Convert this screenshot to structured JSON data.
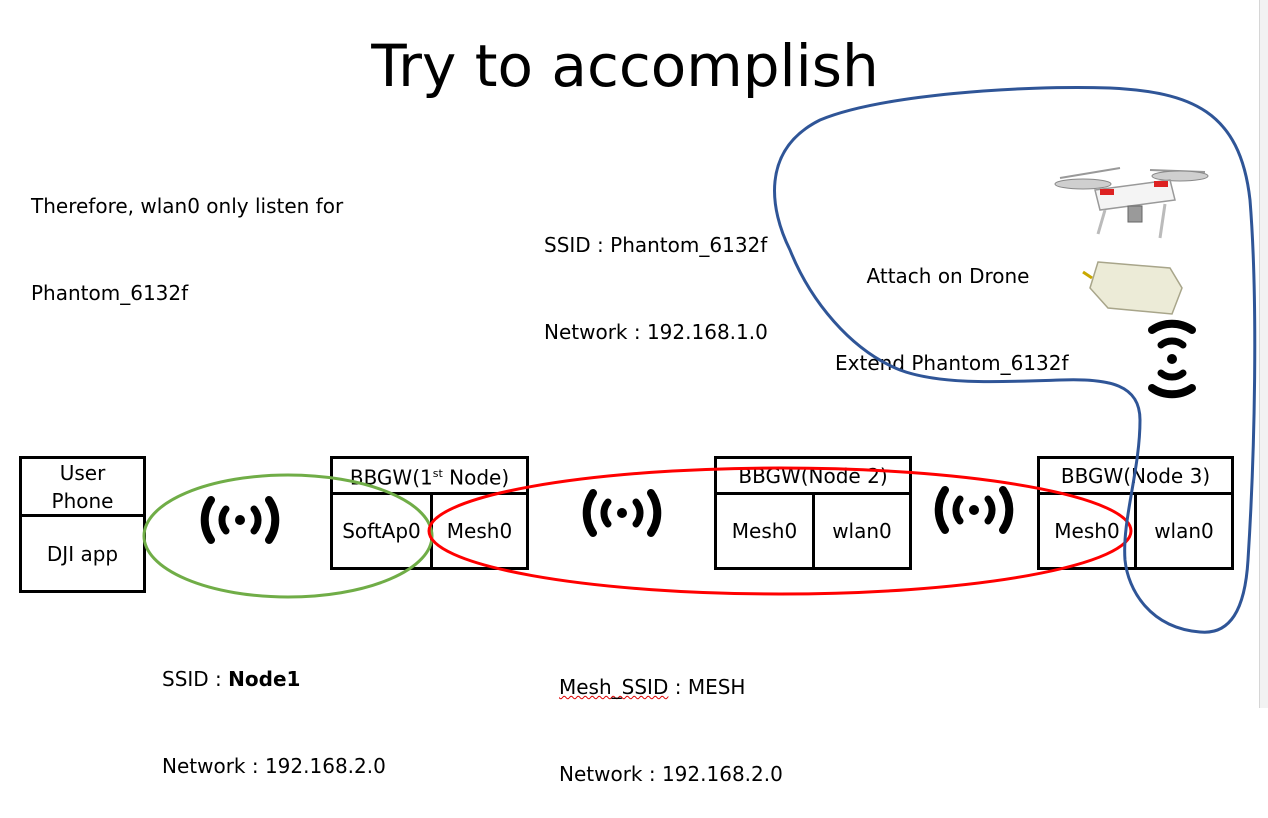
{
  "title": "Try to accomplish",
  "note": {
    "line1": "Therefore, wlan0 only listen for",
    "line2": "Phantom_6132f"
  },
  "top_network": {
    "ssid_line": "SSID : Phantom_6132f",
    "network_line": "Network : 192.168.1.0"
  },
  "drone_label": {
    "line1": "Attach on Drone",
    "line2": "Extend Phantom_6132f"
  },
  "user_phone": {
    "header_line1": "User",
    "header_line2": "Phone",
    "app": "DJI app"
  },
  "node1": {
    "header_prefix": "BBGW(1",
    "header_sup": "st",
    "header_suffix": " Node)",
    "port_left": "SoftAp0",
    "port_right": "Mesh0"
  },
  "node2": {
    "header": "BBGW(Node 2)",
    "port_left": "Mesh0",
    "port_right": "wlan0"
  },
  "node3": {
    "header": "BBGW(Node 3)",
    "port_left": "Mesh0",
    "port_right": "wlan0"
  },
  "softap_network": {
    "ssid_prefix": "SSID : ",
    "ssid_value": "Node1",
    "network_line": "Network : 192.168.2.0"
  },
  "mesh_network": {
    "ssid_key": "Mesh_SSID",
    "ssid_rest": " : MESH",
    "network_line": "Network : 192.168.2.0"
  },
  "colors": {
    "softap_ellipse": "#70ad47",
    "mesh_ellipse": "#ff0000",
    "drone_outline": "#2f5597",
    "box_border": "#000000"
  },
  "icons": [
    "wireless-signal-icon",
    "drone-icon",
    "wifi-extender-icon"
  ]
}
